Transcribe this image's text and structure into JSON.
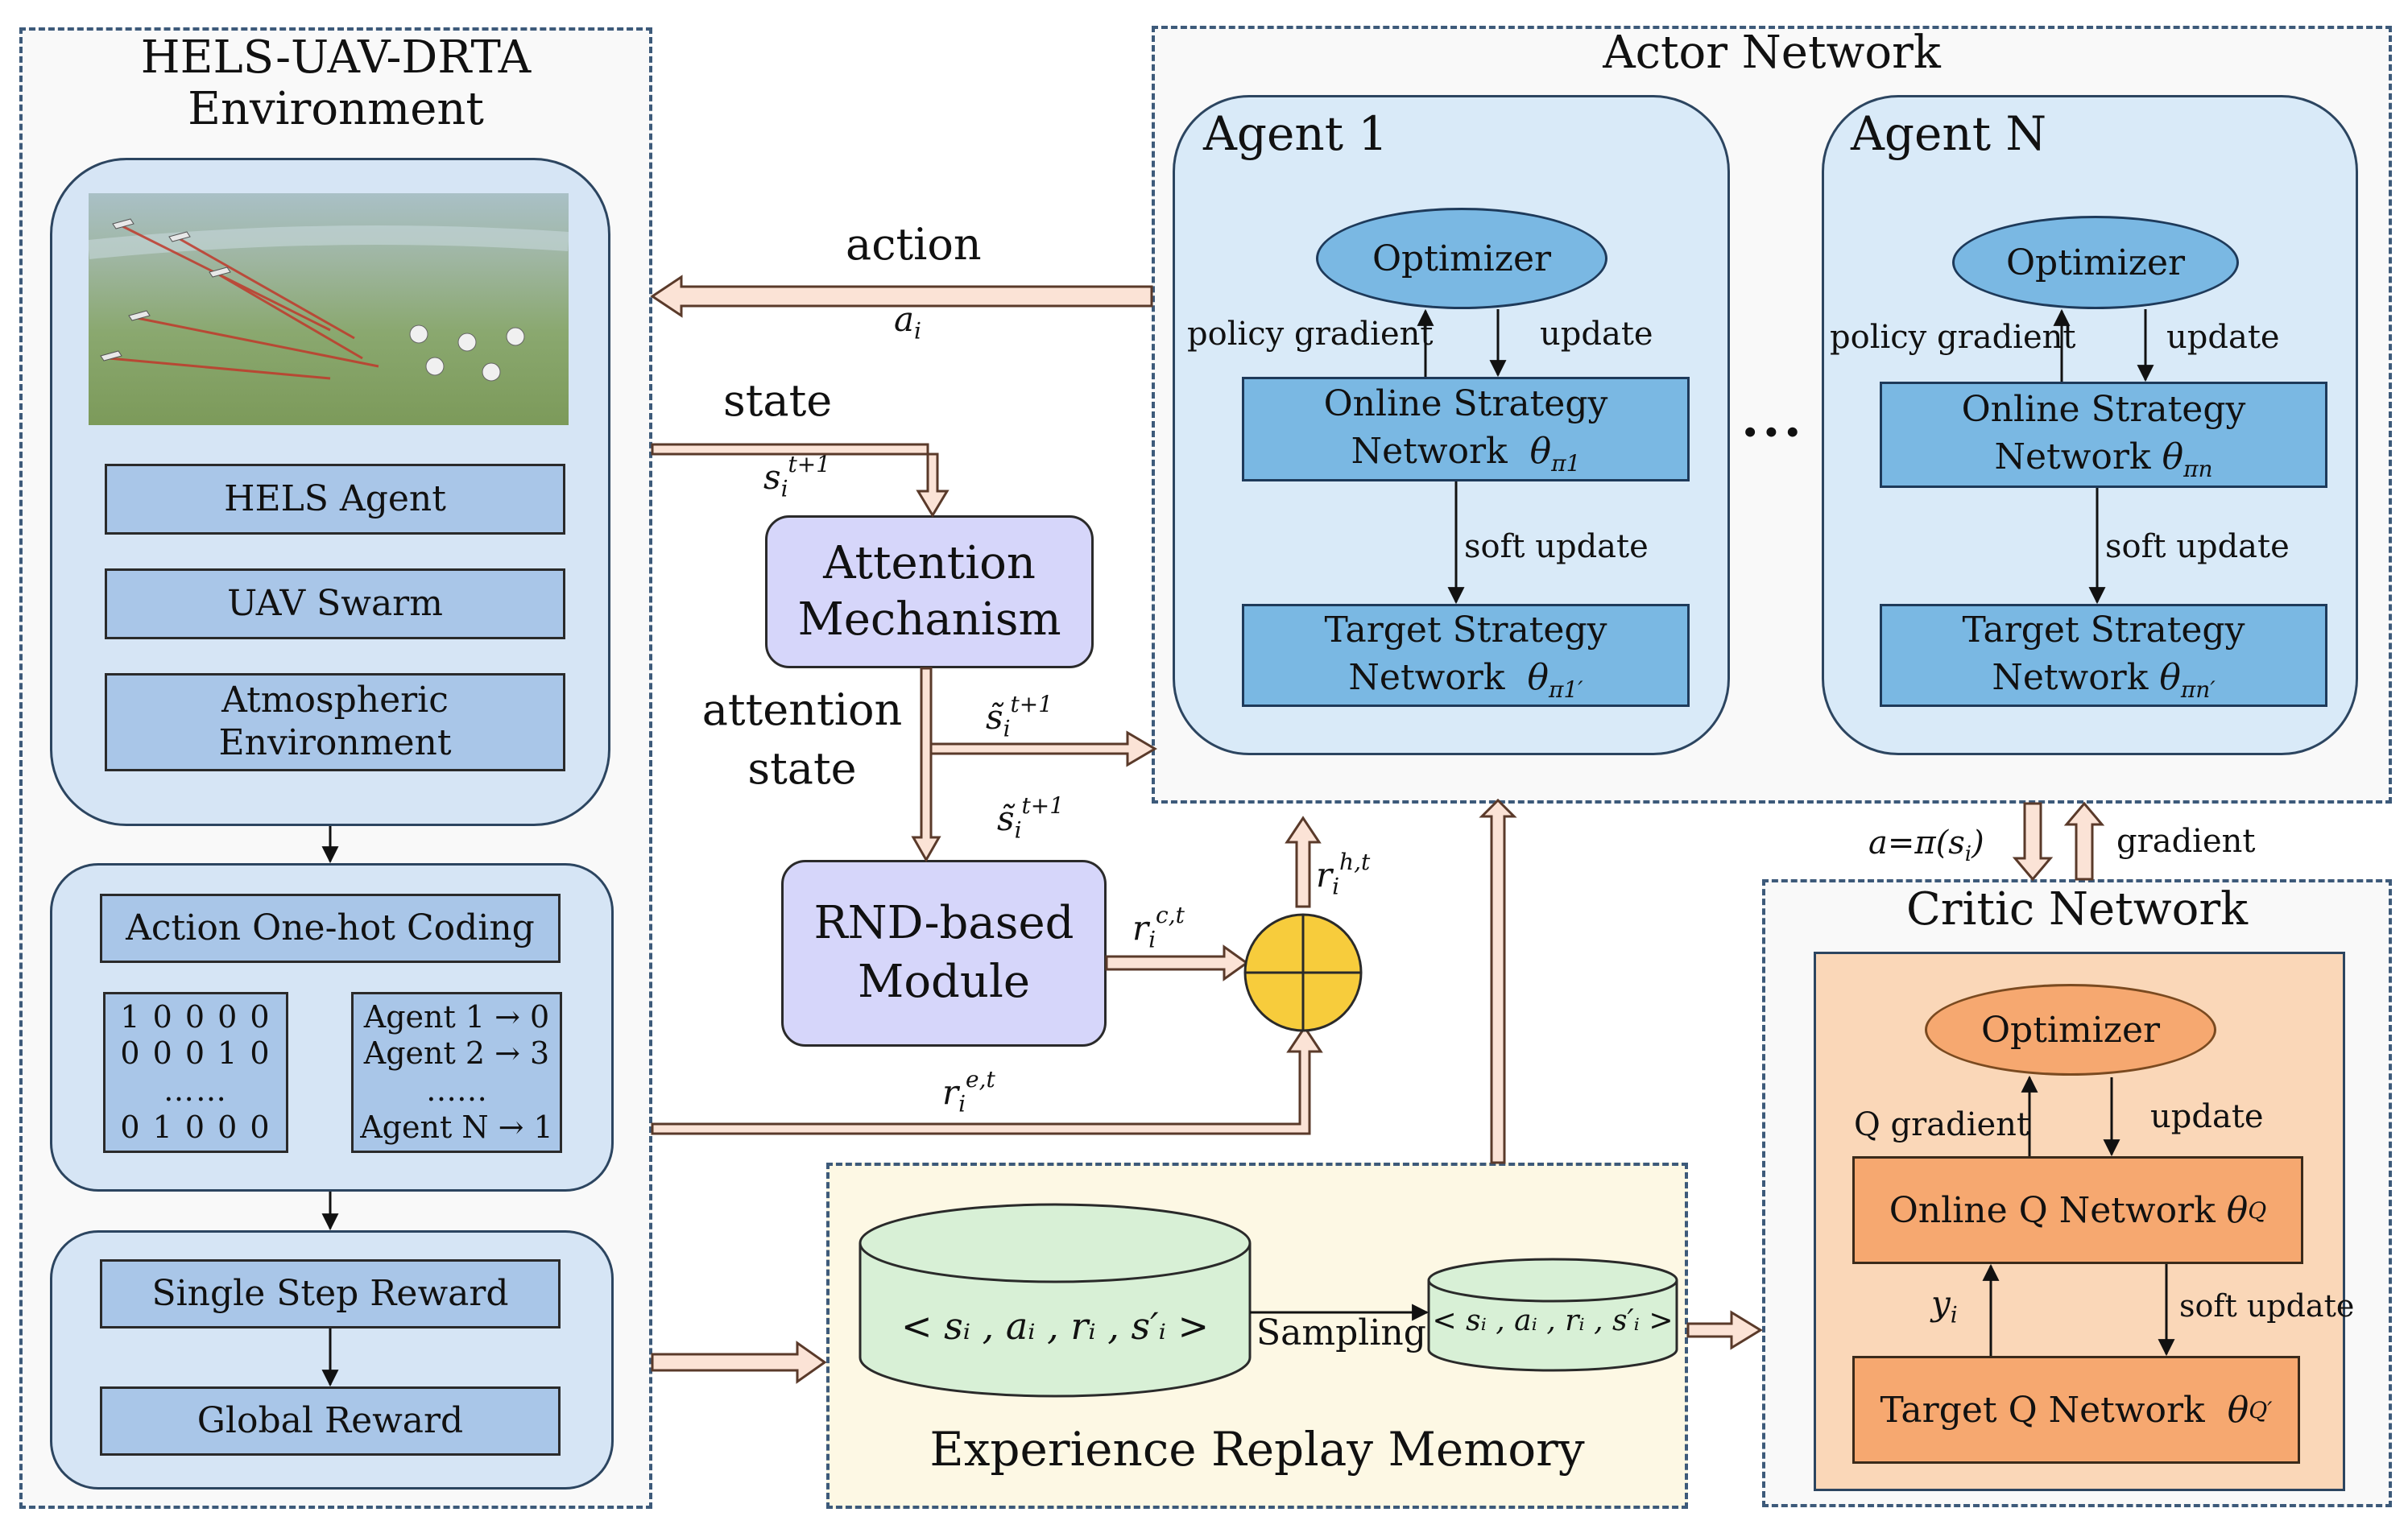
{
  "environment": {
    "title_line1": "HELS-UAV-DRTA",
    "title_line2": "Environment",
    "boxes": [
      "HELS Agent",
      "UAV Swarm",
      "Atmospheric Environment"
    ],
    "coding_title": "Action One-hot Coding",
    "codes": [
      "1 0 0 0 0",
      "0 0 0 1 0",
      "……",
      "0 1 0 0 0"
    ],
    "mapping": [
      "Agent 1 → 0",
      "Agent 2 → 3",
      "……",
      "Agent N → 1"
    ],
    "reward_single": "Single Step Reward",
    "reward_global": "Global Reward"
  },
  "flow": {
    "action": "action",
    "action_sym": "a",
    "action_sub": "i",
    "state": "state",
    "state_sym": "s",
    "state_sub": "i",
    "state_sup": "t+1",
    "attention_state_1": "attention",
    "attention_state_2": "state",
    "att_sym": "s̃",
    "att_sub": "i",
    "att_sup": "t+1",
    "rc_sym": "r",
    "rc_sub": "i",
    "rc_sup": "c,t",
    "rh_sym": "r",
    "rh_sub": "i",
    "rh_sup": "h,t",
    "re_sym": "r",
    "re_sub": "i",
    "re_sup": "e,t"
  },
  "attention": {
    "line1": "Attention",
    "line2": "Mechanism"
  },
  "rnd": {
    "line1": "RND-based",
    "line2": "Module"
  },
  "actor": {
    "title": "Actor Network",
    "ellipsis": "···",
    "agents": [
      {
        "title": "Agent 1",
        "optimizer": "Optimizer",
        "pg": "policy gradient",
        "update": "update",
        "online_1": "Online Strategy",
        "online_2": "Network",
        "online_sym": "θ",
        "online_sub": "π1",
        "soft": "soft update",
        "target_1": "Target Strategy",
        "target_2": "Network",
        "target_sym": "θ",
        "target_sub": "π1′"
      },
      {
        "title": "Agent N",
        "optimizer": "Optimizer",
        "pg": "policy gradient",
        "update": "update",
        "online_1": "Online Strategy",
        "online_2": "Network",
        "online_sym": "θ",
        "online_sub": "πn",
        "soft": "soft update",
        "target_1": "Target Strategy",
        "target_2": "Network",
        "target_sym": "θ",
        "target_sub": "πn′"
      }
    ]
  },
  "link": {
    "policy": "a=π(s",
    "policy_sub": "i",
    "policy_end": ")",
    "gradient": "gradient"
  },
  "critic": {
    "title": "Critic Network",
    "optimizer": "Optimizer",
    "qgrad": "Q gradient",
    "update": "update",
    "online": "Online Q Network",
    "online_sym": "θ",
    "online_sub": "Q",
    "yi": "y",
    "yi_sub": "i",
    "soft": "soft update",
    "target": "Target Q Network",
    "target_sym": "θ",
    "target_sub": "Q′"
  },
  "memory": {
    "title": "Experience Replay Memory",
    "tuple": "< sᵢ , aᵢ , rᵢ , s′ᵢ >",
    "sampling": "Sampling",
    "tuple_small": "< sᵢ , aᵢ , rᵢ , s′ᵢ >"
  },
  "colors": {
    "env_panel": "#d6e5f5",
    "actor_panel": "#d9eaf8",
    "critic_panel": "#fad7b8",
    "critic_box": "#f6a870",
    "memory_bg": "#fdf8e4",
    "cylinder": "#d8f0d6",
    "purple": "#d6d6fa",
    "sum_node": "#f7cc3c",
    "fat_arrow": "#fbe3d6"
  }
}
